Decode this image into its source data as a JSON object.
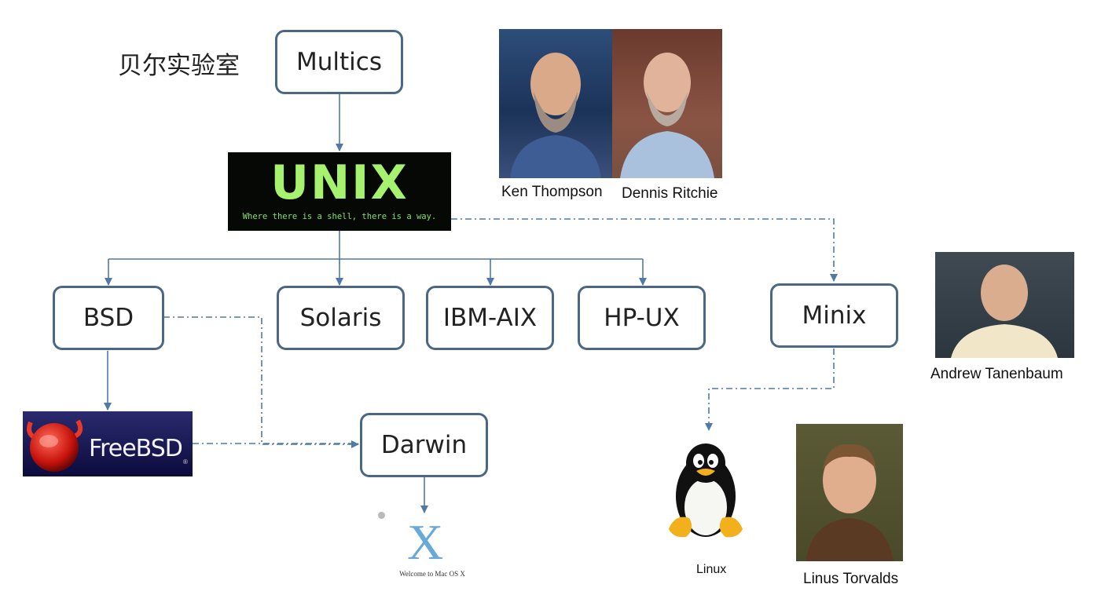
{
  "title": "贝尔实验室",
  "nodes": {
    "multics": "Multics",
    "bsd": "BSD",
    "solaris": "Solaris",
    "ibm_aix": "IBM-AIX",
    "hp_ux": "HP-UX",
    "minix": "Minix",
    "darwin": "Darwin"
  },
  "logos": {
    "unix_title": "UNIX",
    "unix_tagline": "Where there is a shell, there is a way.",
    "freebsd": "FreeBSD",
    "macosx_letter": "X",
    "macosx_caption": "Welcome to Mac OS X",
    "linux": "Linux"
  },
  "people": {
    "ken": "Ken Thompson",
    "dennis": "Dennis Ritchie",
    "andrew": "Andrew Tanenbaum",
    "linus": "Linus Torvalds"
  },
  "colors": {
    "node_border": "#4a6786",
    "arrow": "#4f79a8",
    "unix_green": "#a6f26e"
  }
}
